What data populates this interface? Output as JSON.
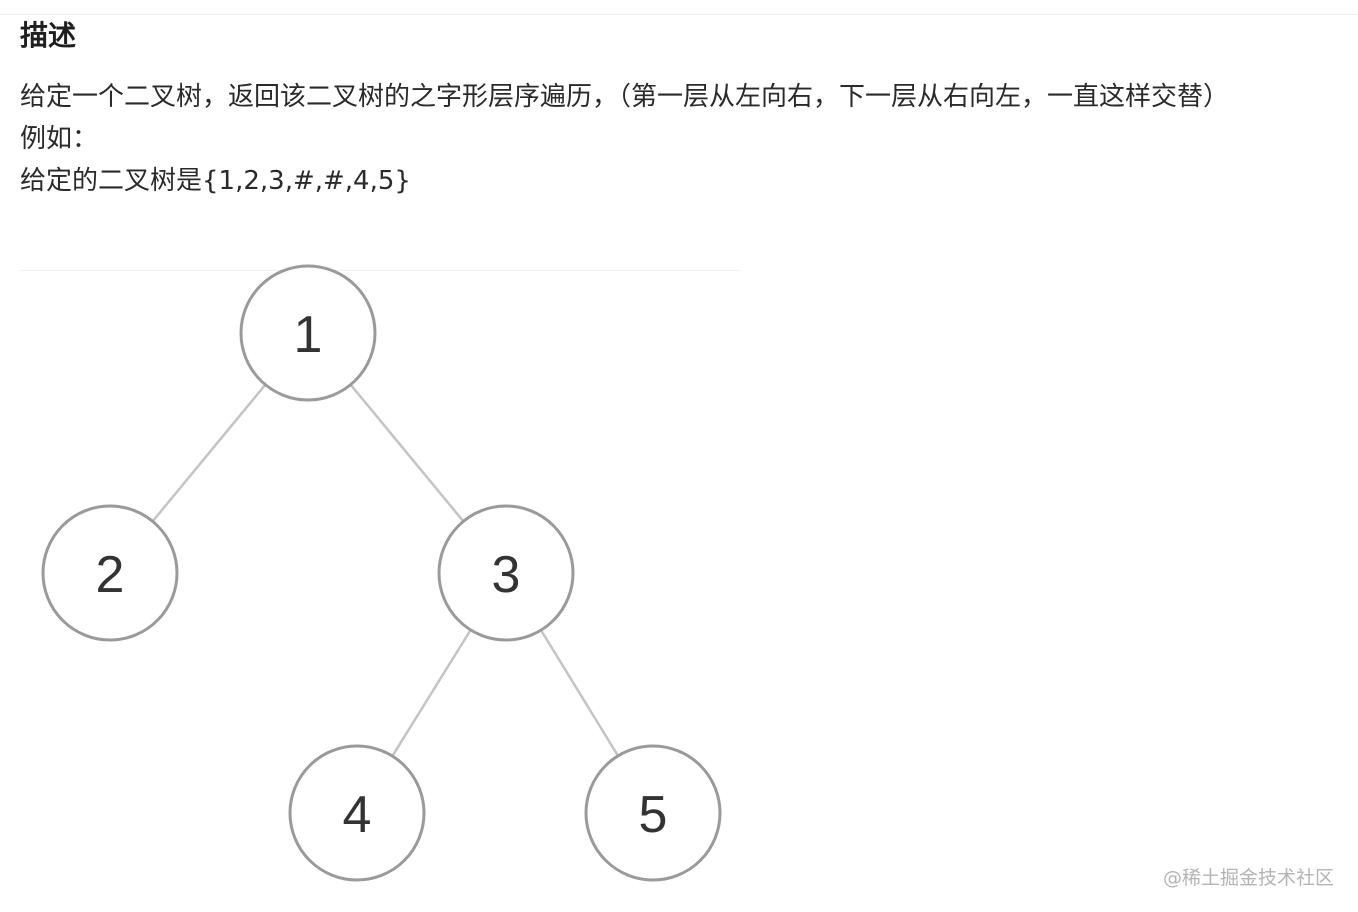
{
  "heading": "描述",
  "description": {
    "line1": "给定一个二叉树，返回该二叉树的之字形层序遍历，（第一层从左向右，下一层从右向左，一直这样交替）",
    "line2": "例如：",
    "line3": "给定的二叉树是{1,2,3,#,#,4,5}"
  },
  "tree": {
    "nodes": [
      {
        "id": "1",
        "label": "1"
      },
      {
        "id": "2",
        "label": "2"
      },
      {
        "id": "3",
        "label": "3"
      },
      {
        "id": "4",
        "label": "4"
      },
      {
        "id": "5",
        "label": "5"
      }
    ],
    "edges": [
      {
        "from": "1",
        "to": "2"
      },
      {
        "from": "1",
        "to": "3"
      },
      {
        "from": "3",
        "to": "4"
      },
      {
        "from": "3",
        "to": "5"
      }
    ]
  },
  "watermark": "@稀土掘金技术社区"
}
